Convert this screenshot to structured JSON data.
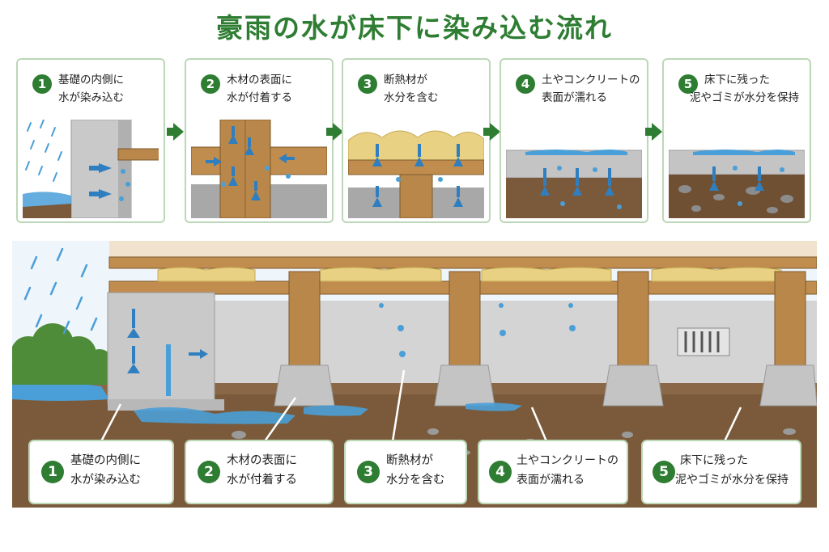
{
  "title": "豪雨の水が床下に染み込む流れ",
  "colors": {
    "accent": "#2e7d32",
    "water": "#4a9fd8",
    "concrete": "#c8c8c8",
    "wood": "#b9874a",
    "insulation": "#e8d182",
    "soil": "#7a5a3a"
  },
  "steps": [
    {
      "num": "1",
      "line1": "基礎の内側に",
      "line2": "水が染み込む"
    },
    {
      "num": "2",
      "line1": "木材の表面に",
      "line2": "水が付着する"
    },
    {
      "num": "3",
      "line1": "断熱材が",
      "line2": "水分を含む"
    },
    {
      "num": "4",
      "line1": "土やコンクリートの",
      "line2": "表面が濡れる"
    },
    {
      "num": "5",
      "line1": "床下に残った",
      "line2": "泥やゴミが水分を保持"
    }
  ]
}
